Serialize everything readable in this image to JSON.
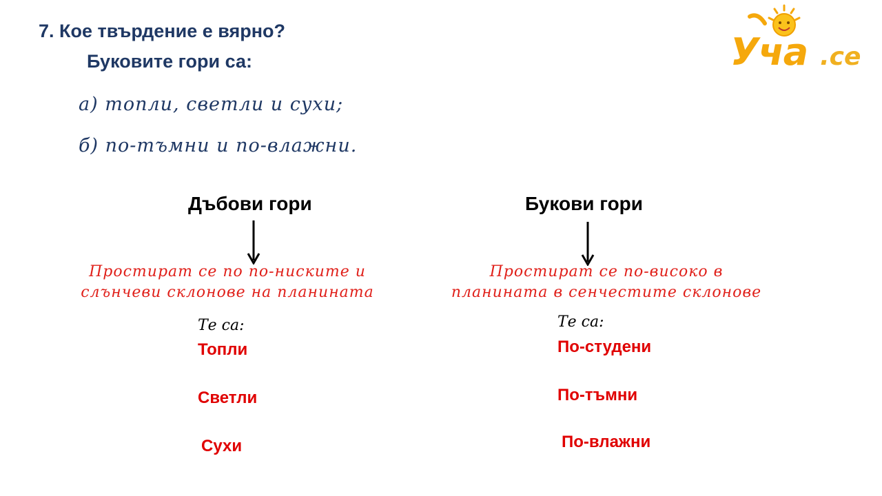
{
  "question": {
    "title": "7. Кое твърдение е вярно?",
    "subtitle": "Буковите гори са:",
    "option_a": "а) топли, светли и сухи;",
    "option_b": "б) по-тъмни и по-влажни."
  },
  "left_column": {
    "title": "Дъбови гори",
    "description_line1": "Простират се  по по-ниските и",
    "description_line2": "слънчеви склонове на планината",
    "they_are": "Те са:",
    "traits": [
      "Топли",
      "Светли",
      "Сухи"
    ]
  },
  "right_column": {
    "title": "Букови гори",
    "description_line1": "Простират се  по-високо в",
    "description_line2": "планината в сенчестите склонове",
    "they_are": "Те са:",
    "traits": [
      "По-студени",
      "По-тъмни",
      "По-влажни"
    ]
  },
  "logo": {
    "text": "Уча",
    "suffix": ".се"
  },
  "colors": {
    "heading": "#1f3864",
    "accent_red": "#e00000",
    "logo_orange": "#f5a80c"
  }
}
